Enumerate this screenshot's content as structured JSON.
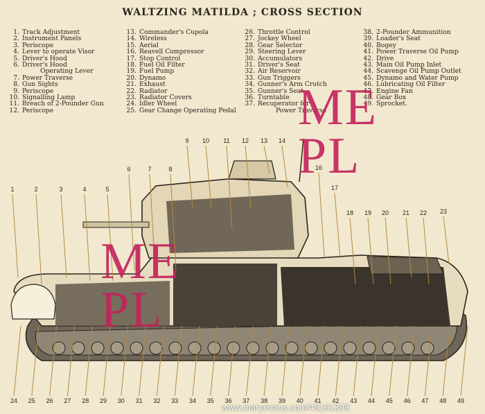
{
  "title": "WALTZING MATILDA ; CROSS SECTION",
  "legend_columns": [
    [
      {
        "n": "1.",
        "t": "Track Adjustment"
      },
      {
        "n": "2.",
        "t": "Instrument Panels"
      },
      {
        "n": "3.",
        "t": "Periscope"
      },
      {
        "n": "4.",
        "t": "Lever to operate Visor"
      },
      {
        "n": "5.",
        "t": "Driver's Hood"
      },
      {
        "n": "6.",
        "t": "Driver's Hood"
      },
      {
        "n": "",
        "t": "Operating Lever"
      },
      {
        "n": "7.",
        "t": "Power Traverse"
      },
      {
        "n": "8.",
        "t": "Gun Sights"
      },
      {
        "n": "9.",
        "t": "Periscope"
      },
      {
        "n": "10.",
        "t": "Signalling Lamp"
      },
      {
        "n": "11.",
        "t": "Breach of 2-Pounder Gun"
      },
      {
        "n": "12.",
        "t": "Periscope"
      }
    ],
    [
      {
        "n": "13.",
        "t": "Commander's Cupola"
      },
      {
        "n": "14.",
        "t": "Wireless"
      },
      {
        "n": "15.",
        "t": "Aerial"
      },
      {
        "n": "16.",
        "t": "Reavell Compressor"
      },
      {
        "n": "17.",
        "t": "Stop Control"
      },
      {
        "n": "18.",
        "t": "Fuel Oil Filter"
      },
      {
        "n": "19.",
        "t": "Fuel Pump"
      },
      {
        "n": "20.",
        "t": "Dynamo"
      },
      {
        "n": "21.",
        "t": "Exhaust"
      },
      {
        "n": "22.",
        "t": "Radiator"
      },
      {
        "n": "23.",
        "t": "Radiator Covers"
      },
      {
        "n": "24.",
        "t": "Idler Wheel"
      },
      {
        "n": "25.",
        "t": "Gear Change Operating Pedal"
      }
    ],
    [
      {
        "n": "26.",
        "t": "Throttle Control"
      },
      {
        "n": "27.",
        "t": "Jockey Wheel"
      },
      {
        "n": "28.",
        "t": "Gear Selector"
      },
      {
        "n": "29.",
        "t": "Steering Lever"
      },
      {
        "n": "30.",
        "t": "Accumulators"
      },
      {
        "n": "31.",
        "t": "Driver's Seat"
      },
      {
        "n": "32.",
        "t": "Air Reservoir"
      },
      {
        "n": "33.",
        "t": "Gun Triggers"
      },
      {
        "n": "34.",
        "t": "Gunner's Arm Crutch"
      },
      {
        "n": "35.",
        "t": "Gunner's Seat"
      },
      {
        "n": "36.",
        "t": "Turntable"
      },
      {
        "n": "37.",
        "t": "Recuperator for"
      },
      {
        "n": "",
        "t": "Power Traverse"
      }
    ],
    [
      {
        "n": "38.",
        "t": "2-Pounder Ammunition"
      },
      {
        "n": "39.",
        "t": "Loader's Seat"
      },
      {
        "n": "40.",
        "t": "Bogey"
      },
      {
        "n": "41.",
        "t": "Power Traverse Oil Pump"
      },
      {
        "n": "42.",
        "t": "Drive"
      },
      {
        "n": "43.",
        "t": "Main Oil Pump Inlet"
      },
      {
        "n": "44.",
        "t": "Scavenge Oil Pump Outlet"
      },
      {
        "n": "45.",
        "t": "Dynamo and Water Pump"
      },
      {
        "n": "46.",
        "t": "Lubricating Oil Filter"
      },
      {
        "n": "47.",
        "t": "Engine Fan"
      },
      {
        "n": "48.",
        "t": "Gear Box"
      },
      {
        "n": "49.",
        "t": "Sprocket."
      }
    ]
  ],
  "callouts_top": [
    "1",
    "2",
    "3",
    "4",
    "5",
    "6",
    "7",
    "8",
    "9",
    "10",
    "11",
    "12",
    "13",
    "14",
    "16",
    "17",
    "18",
    "19",
    "20",
    "21",
    "22",
    "23"
  ],
  "callouts_bottom": [
    "24",
    "25",
    "26",
    "27",
    "28",
    "29",
    "30",
    "31",
    "32",
    "33",
    "34",
    "35",
    "36",
    "37",
    "38",
    "39",
    "40",
    "41",
    "42",
    "43",
    "44",
    "45",
    "46",
    "47",
    "48",
    "49"
  ],
  "watermark": {
    "line1": "ME",
    "line2": "PL"
  },
  "credit": "www.maryevans.com/45161308",
  "colors": {
    "paper": "#f2e8cf",
    "ink": "#2a241c",
    "watermark": "#c4215a",
    "hull": "#e8dcc0",
    "dark": "#3a342c"
  }
}
